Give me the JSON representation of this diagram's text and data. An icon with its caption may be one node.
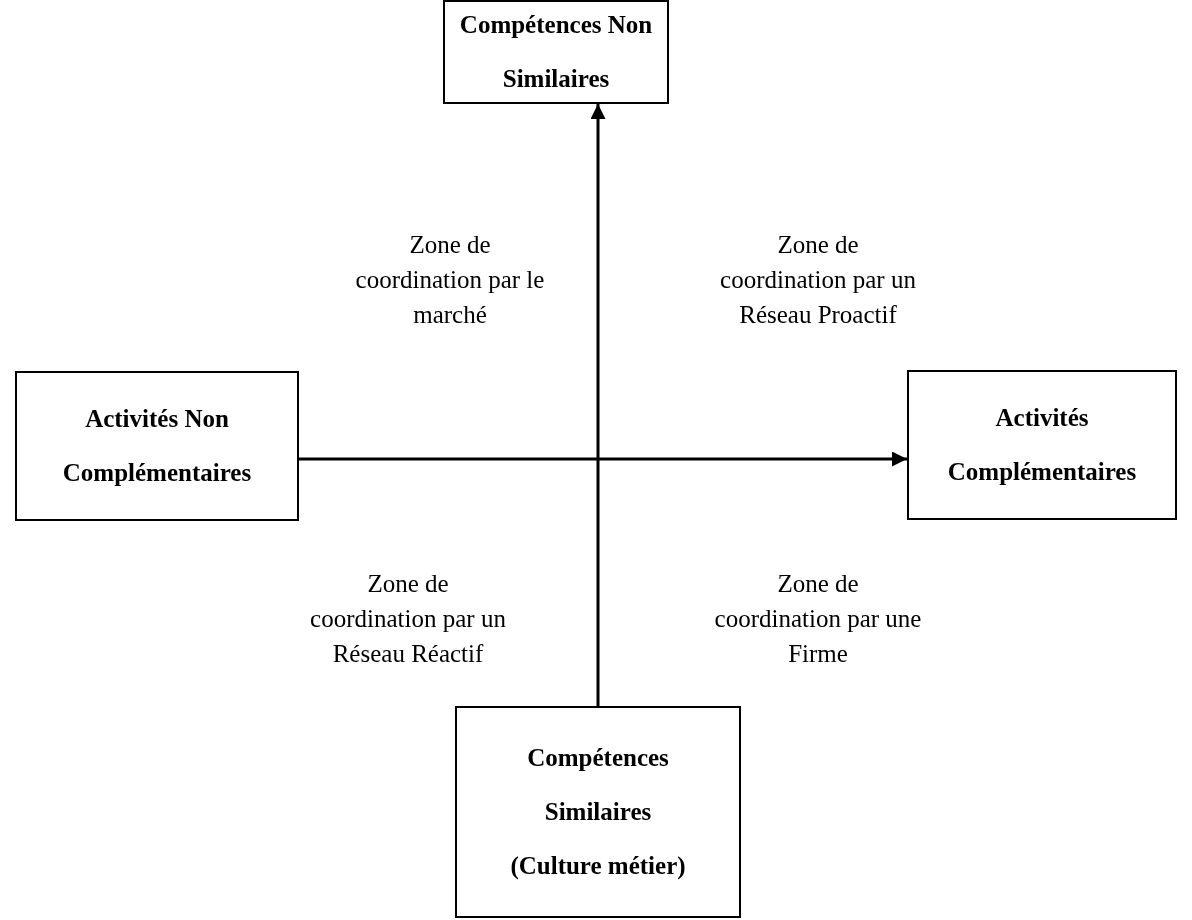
{
  "diagram": {
    "nodes": [
      {
        "text": [
          "Compétences Non Similaires"
        ]
      },
      {
        "text": [
          "Activités Non Complémentaires"
        ]
      },
      {
        "text": [
          "Activités Complémentaires"
        ]
      },
      {
        "text": [
          "Compétences Similaires",
          "(Culture métier)"
        ]
      }
    ],
    "edges": [
      {
        "from": 1,
        "to": 2,
        "arrow": "to"
      },
      {
        "from": 3,
        "to": 0,
        "arrow": "to"
      }
    ],
    "labels": [
      "Zone de coordination par le marché",
      "Zone de coordination par un Réseau Proactif",
      "Zone de coordination par un Réseau Réactif",
      "Zone de coordination par une Firme"
    ]
  }
}
